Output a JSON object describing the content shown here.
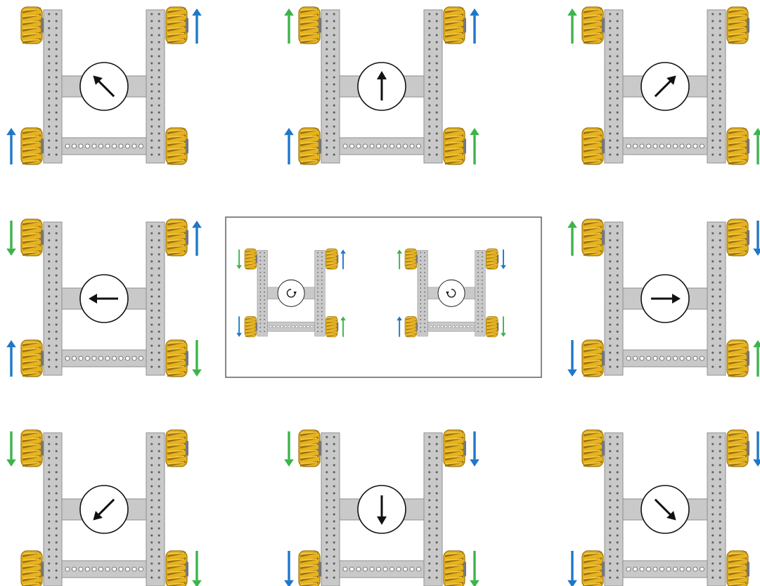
{
  "colors": {
    "background": "#ffffff",
    "chassis": "#c9c9c9",
    "chassis_edge": "#8f8f8f",
    "chassis_hole": "#5f5f5f",
    "wheel": "#e7b21c",
    "wheel_dark": "#9b7410",
    "wheel_roller": "#f4cf52",
    "forward_arrow": "#1f77c9",
    "reverse_arrow": "#3cb44b",
    "direction_arrow": "#111111",
    "panel_border": "#555555"
  },
  "wheel_arrow_legend": {
    "blue_up_or_down": "forward-arrow-color",
    "green_up_or_down": "reverse-arrow-color"
  },
  "robots": [
    {
      "id": "diagonal-forward-left",
      "heading_deg": -45,
      "rotation": null,
      "wheels": {
        "front_left": null,
        "front_right": "blue-up",
        "rear_left": "blue-up",
        "rear_right": null
      }
    },
    {
      "id": "forward",
      "heading_deg": 0,
      "rotation": null,
      "wheels": {
        "front_left": "green-up",
        "front_right": "blue-up",
        "rear_left": "blue-up",
        "rear_right": "green-up"
      }
    },
    {
      "id": "diagonal-forward-right",
      "heading_deg": 45,
      "rotation": null,
      "wheels": {
        "front_left": "green-up",
        "front_right": null,
        "rear_left": null,
        "rear_right": "green-up"
      }
    },
    {
      "id": "strafe-left",
      "heading_deg": -90,
      "rotation": null,
      "wheels": {
        "front_left": "green-down",
        "front_right": "blue-up",
        "rear_left": "blue-up",
        "rear_right": "green-down"
      }
    },
    {
      "id": "strafe-right",
      "heading_deg": 90,
      "rotation": null,
      "wheels": {
        "front_left": "green-up",
        "front_right": "blue-down",
        "rear_left": "blue-down",
        "rear_right": "green-up"
      }
    },
    {
      "id": "diagonal-backward-left",
      "heading_deg": -135,
      "rotation": null,
      "wheels": {
        "front_left": "green-down",
        "front_right": null,
        "rear_left": null,
        "rear_right": "green-down"
      }
    },
    {
      "id": "backward",
      "heading_deg": 180,
      "rotation": null,
      "wheels": {
        "front_left": "green-down",
        "front_right": "blue-down",
        "rear_left": "blue-down",
        "rear_right": "green-down"
      }
    },
    {
      "id": "diagonal-backward-right",
      "heading_deg": 135,
      "rotation": null,
      "wheels": {
        "front_left": null,
        "front_right": "blue-down",
        "rear_left": "blue-down",
        "rear_right": null
      }
    }
  ],
  "rotation_robots": [
    {
      "id": "rotate-counterclockwise",
      "rotation": "ccw",
      "wheels": {
        "front_left": "green-down",
        "front_right": "blue-up",
        "rear_left": "blue-down",
        "rear_right": "green-up"
      }
    },
    {
      "id": "rotate-clockwise",
      "rotation": "cw",
      "wheels": {
        "front_left": "green-up",
        "front_right": "blue-down",
        "rear_left": "blue-up",
        "rear_right": "green-down"
      }
    }
  ]
}
